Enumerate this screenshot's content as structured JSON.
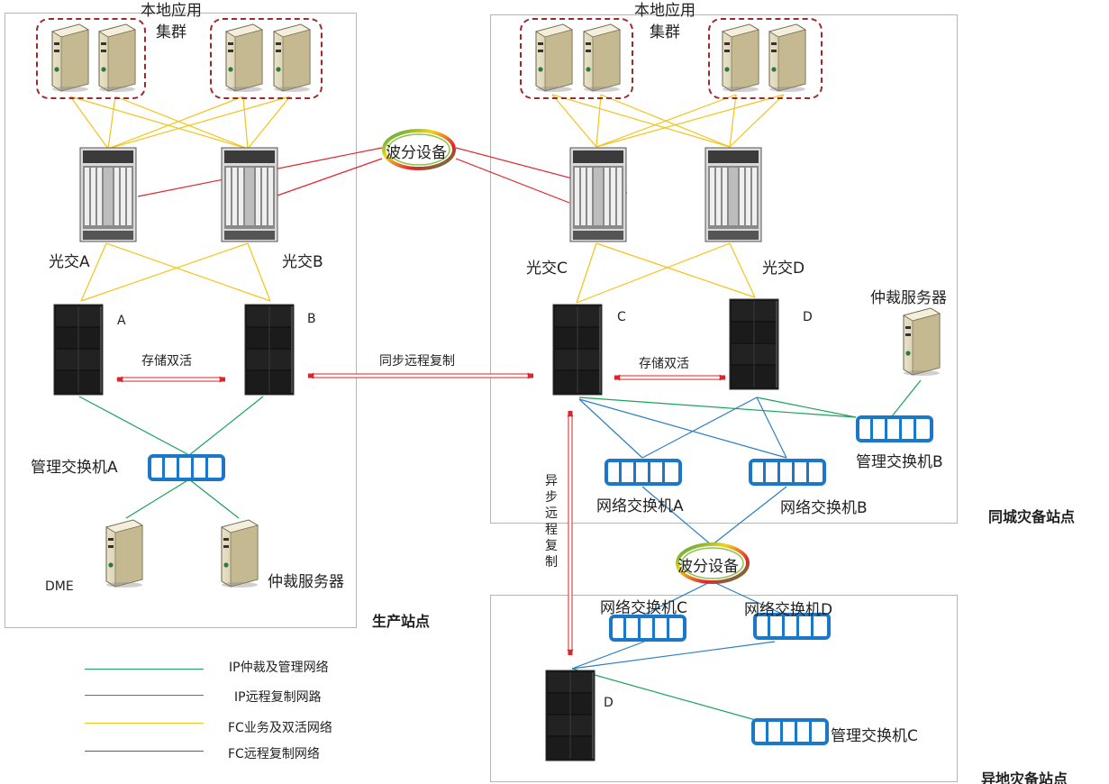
{
  "sites": {
    "production": "生产站点",
    "same_city": "同城灾备站点",
    "remote": "异地灾备站点"
  },
  "labels": {
    "cluster_left": "本地应用\n集群",
    "cluster_right": "本地应用\n集群",
    "wdm_top": "波分设备",
    "wdm_bottom": "波分设备",
    "fc_switch_a": "光交A",
    "fc_switch_b": "光交B",
    "fc_switch_c": "光交C",
    "fc_switch_d": "光交D",
    "storage_a": "A",
    "storage_b": "B",
    "storage_c": "C",
    "storage_d": "D",
    "storage_d_remote": "D",
    "active_active_1": "存储双活",
    "active_active_2": "存储双活",
    "sync_replication": "同步远程复制",
    "async_replication": "异步远程复制",
    "mgmt_switch_a": "管理交换机A",
    "mgmt_switch_b": "管理交换机B",
    "mgmt_switch_c": "管理交换机C",
    "net_switch_a": "网络交换机A",
    "net_switch_b": "网络交换机B",
    "net_switch_c": "网络交换机C",
    "net_switch_d": "网络交换机D",
    "dme": "DME",
    "quorum_server_prod": "仲裁服务器",
    "quorum_server_dr": "仲裁服务器"
  },
  "legend": [
    {
      "label": "IP仲裁及管理网络",
      "color": "#1aa35a"
    },
    {
      "label": "IP远程复制网路",
      "color": "#2a7fc4"
    },
    {
      "label": "FC业务及双活网络",
      "color": "#f2c41a"
    },
    {
      "label": "FC远程复制网络",
      "color": "#e0262b"
    }
  ],
  "colors": {
    "ip_mgmt": "#1aa35a",
    "ip_repl": "#2a7fc4",
    "fc_service": "#f2c41a",
    "fc_repl": "#e0262b",
    "replication_arrow": "#d8262b",
    "cluster_border": "#a0282d"
  },
  "icons": {
    "server": "server-icon",
    "fc_switch": "fc-switch-icon",
    "storage": "storage-array-icon",
    "ethernet_switch": "ethernet-switch-icon",
    "wdm": "wdm-ring-icon"
  }
}
